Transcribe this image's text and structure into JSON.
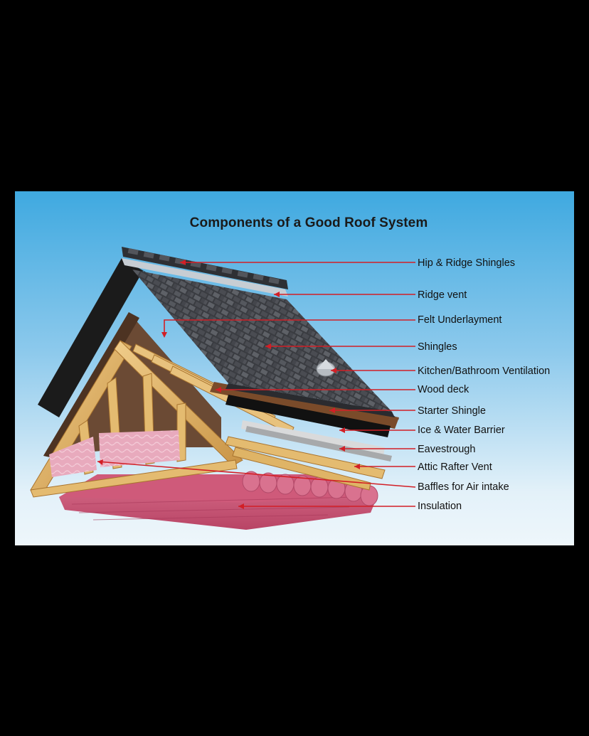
{
  "title": "Components of a Good Roof System",
  "colors": {
    "sky_top": "#3fa9e0",
    "sky_bottom": "#eef6fb",
    "leader": "#d21f26",
    "shingle": "#3b3d42",
    "wood": "#e0b66d",
    "insulation": "#e9b6c6",
    "underlayment": "#1e1e1e"
  },
  "callouts": [
    {
      "label": "Hip & Ridge Shingles"
    },
    {
      "label": "Ridge vent"
    },
    {
      "label": "Felt Underlayment"
    },
    {
      "label": "Shingles"
    },
    {
      "label": "Kitchen/Bathroom Ventilation"
    },
    {
      "label": "Wood deck"
    },
    {
      "label": "Starter Shingle"
    },
    {
      "label": "Ice & Water Barrier"
    },
    {
      "label": "Eavestrough"
    },
    {
      "label": "Attic Rafter Vent"
    },
    {
      "label": "Baffles for Air intake"
    },
    {
      "label": "Insulation"
    }
  ]
}
